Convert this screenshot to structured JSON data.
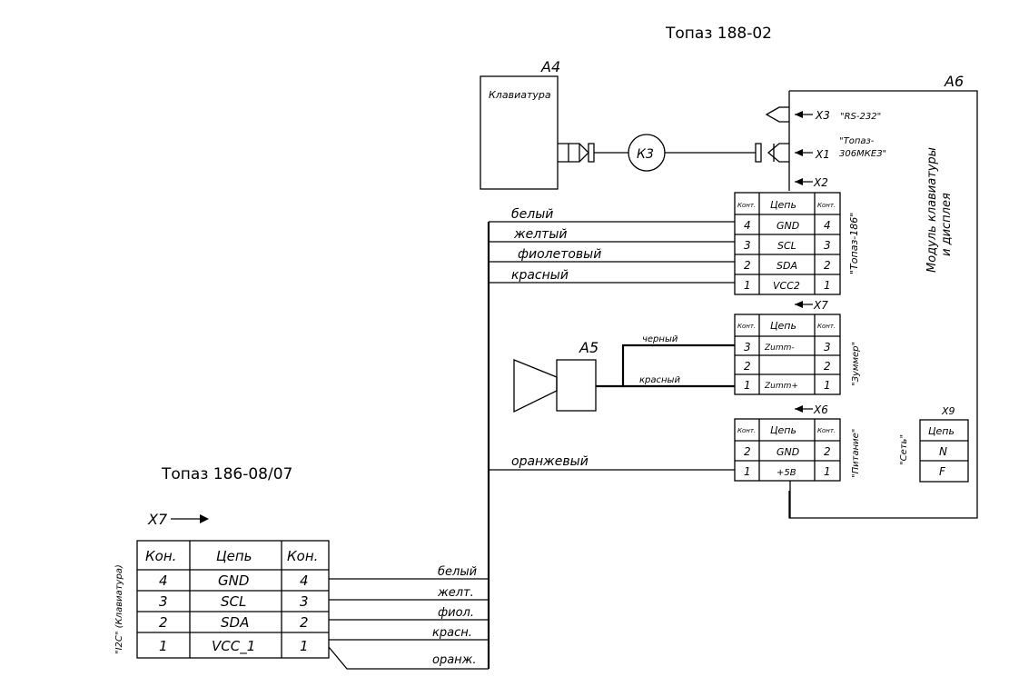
{
  "titles": {
    "main_device": "Топаз 188-02",
    "peripheral_device": "Топаз 186-08/07"
  },
  "blocks": {
    "a4": {
      "ref": "A4",
      "name": "Клавиатура"
    },
    "a5": {
      "ref": "A5"
    },
    "a6": {
      "ref": "A6",
      "name_line1": "Модуль клавиатуры",
      "name_line2": "и дисплея"
    },
    "k3": {
      "ref": "К3"
    }
  },
  "connectors": {
    "x3": {
      "ref": "X3",
      "note": "\"RS-232\""
    },
    "x1": {
      "ref": "X1",
      "note_line1": "\"Топаз-",
      "note_line2": "306МКЕЗ\""
    },
    "x2": {
      "ref": "X2"
    },
    "x7": {
      "ref": "X7"
    },
    "x6": {
      "ref": "X6"
    },
    "x9": {
      "ref": "X9"
    },
    "x7_ext": {
      "ref": "X7"
    }
  },
  "table_headers": {
    "pin": "Конт.",
    "circuit": "Цепь"
  },
  "table_x2": {
    "caption": "\"Топаз-186\"",
    "rows": [
      {
        "pin_l": "4",
        "circuit": "GND",
        "pin_r": "4"
      },
      {
        "pin_l": "3",
        "circuit": "SCL",
        "pin_r": "3"
      },
      {
        "pin_l": "2",
        "circuit": "SDA",
        "pin_r": "2"
      },
      {
        "pin_l": "1",
        "circuit": "VCC2",
        "pin_r": "1"
      }
    ]
  },
  "table_x7": {
    "caption": "\"Зуммер\"",
    "rows": [
      {
        "pin_l": "3",
        "circuit": "Zumm-",
        "pin_r": "3"
      },
      {
        "pin_l": "2",
        "circuit": "",
        "pin_r": "2"
      },
      {
        "pin_l": "1",
        "circuit": "Zumm+",
        "pin_r": "1"
      }
    ]
  },
  "table_x6": {
    "caption": "\"Питание\"",
    "rows": [
      {
        "pin_l": "2",
        "circuit": "GND",
        "pin_r": "2"
      },
      {
        "pin_l": "1",
        "circuit": "+5В",
        "pin_r": "1"
      }
    ]
  },
  "table_x9": {
    "caption": "\"Сеть\"",
    "header": "Цепь",
    "rows": [
      "N",
      "F"
    ]
  },
  "table_ext": {
    "caption": "\"I2C\" (Клавиатура)",
    "header_pin": "Кон.",
    "header_circuit": "Цепь",
    "rows": [
      {
        "pin_l": "4",
        "circuit": "GND",
        "pin_r": "4"
      },
      {
        "pin_l": "3",
        "circuit": "SCL",
        "pin_r": "3"
      },
      {
        "pin_l": "2",
        "circuit": "SDA",
        "pin_r": "2"
      },
      {
        "pin_l": "1",
        "circuit": "VCC_1",
        "pin_r": "1"
      }
    ]
  },
  "wires_top": [
    "белый",
    "желтый",
    "фиолетовый",
    "красный"
  ],
  "wires_buzzer": [
    "черный",
    "красный"
  ],
  "wire_power": "оранжевый",
  "wires_bottom": [
    "белый",
    "желт.",
    "фиол.",
    "красн.",
    "оранж."
  ]
}
